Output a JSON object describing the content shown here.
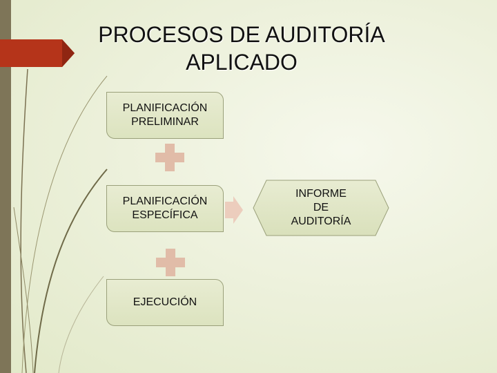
{
  "slide": {
    "title_line1": "PROCESOS DE AUDITORÍA",
    "title_line2": "APLICADO"
  },
  "flow": {
    "steps": [
      "PLANIFICACIÓN\nPRELIMINAR",
      "PLANIFICACIÓN\nESPECÍFICA",
      "EJECUCIÓN"
    ],
    "result": "INFORME\nDE\nAUDITORÍA"
  },
  "colors": {
    "accent_red": "#b5341a",
    "plus_color": "#e1bca8",
    "arrow_color": "#eccdbd",
    "box_fill": "#e2e8c8",
    "strip": "#7e7558"
  },
  "icons": [
    "plus-icon",
    "plus-icon",
    "arrow-right-icon"
  ]
}
